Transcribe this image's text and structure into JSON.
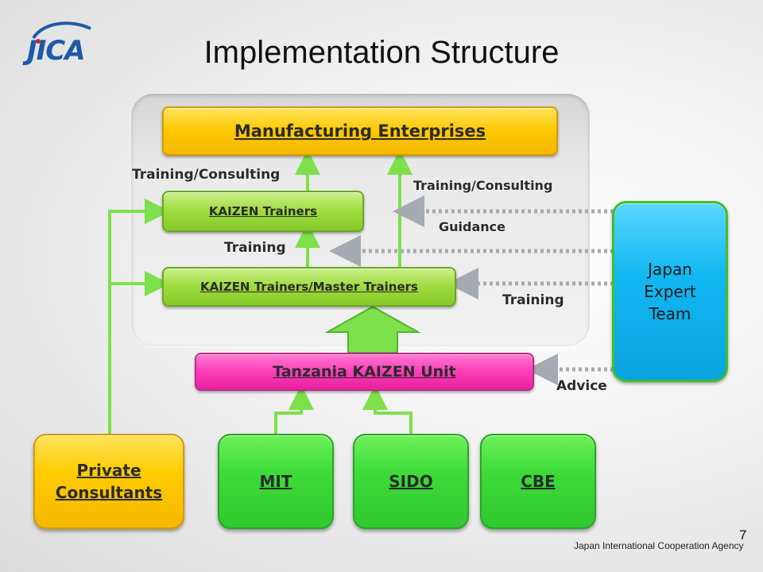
{
  "logo": {
    "text": "JICA",
    "icon": "jica-logo-icon"
  },
  "title": "Implementation Structure",
  "boxes": {
    "manufacturing": "Manufacturing Enterprises",
    "kaizen_trainers": "KAIZEN Trainers",
    "master_trainers": "KAIZEN Trainers/Master Trainers",
    "kaizen_unit": "Tanzania KAIZEN Unit",
    "japan_team": "Japan\nExpert\nTeam",
    "private_consultants": "Private\nConsultants",
    "mit": "MIT",
    "sido": "SIDO",
    "cbe": "CBE"
  },
  "labels": {
    "training_consulting_left": "Training/Consulting",
    "training_consulting_right": "Training/Consulting",
    "training_middle": "Training",
    "guidance": "Guidance",
    "training_right": "Training",
    "advice": "Advice"
  },
  "colors": {
    "green_arrow": "#7ee04a",
    "dashed_arrow": "#a6aab2",
    "title_text": "#111111"
  },
  "page_number": "7",
  "footer": "Japan International Cooperation Agency"
}
